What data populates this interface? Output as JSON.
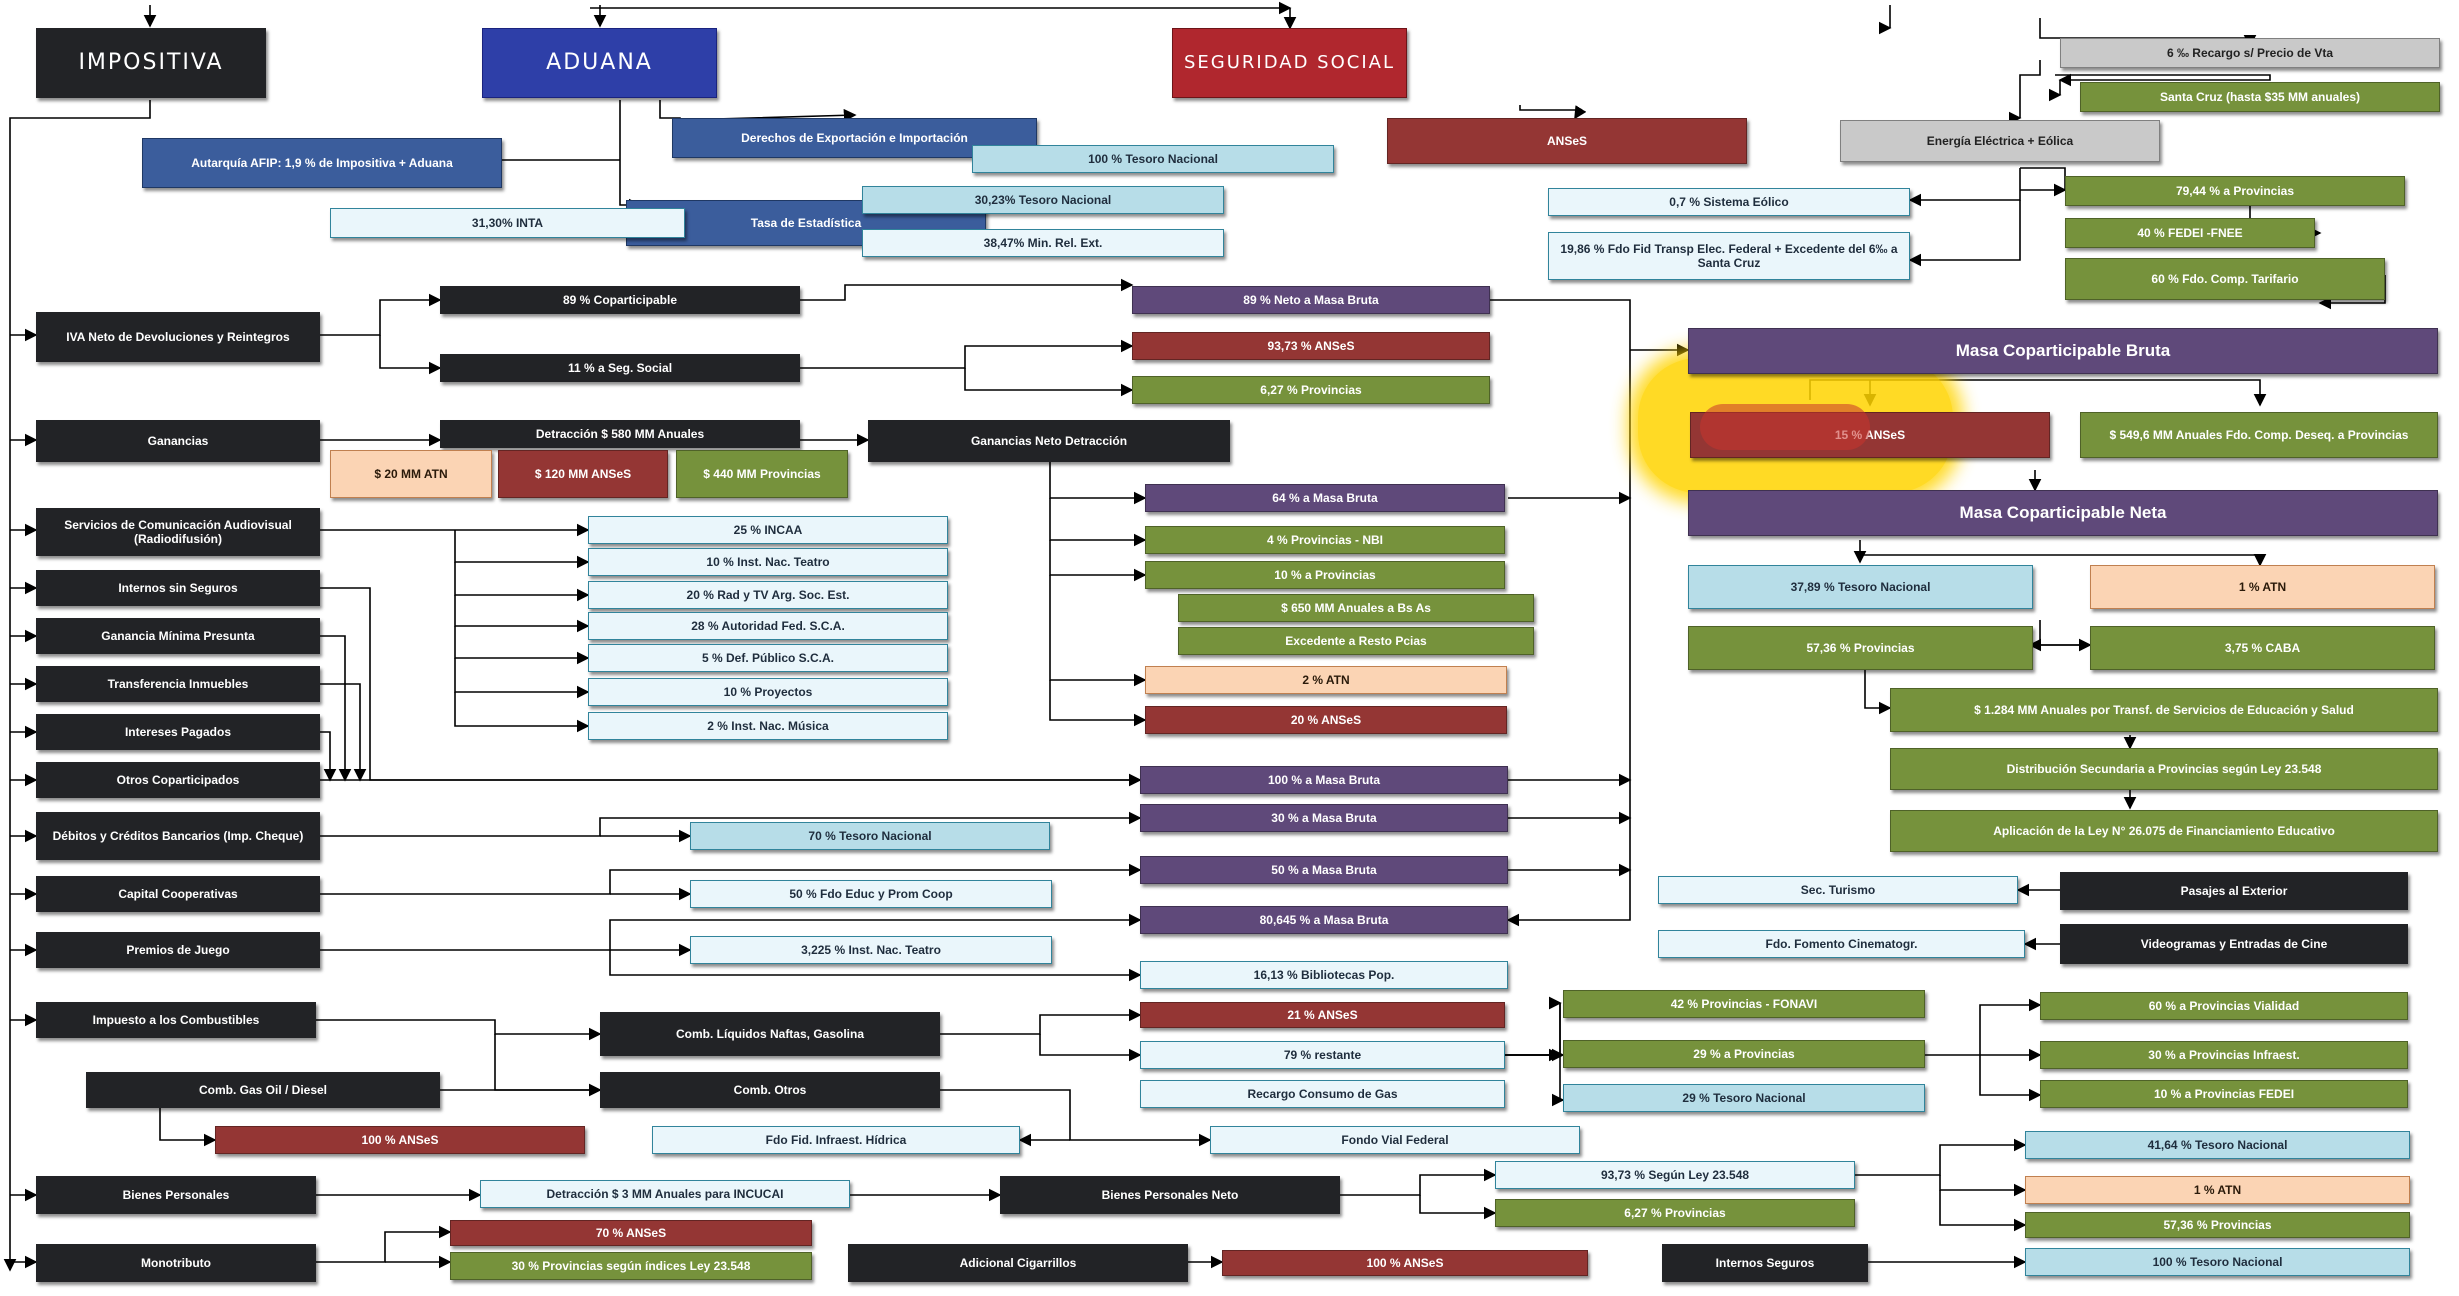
{
  "highlight_color": "#ffd400",
  "boxes": {
    "impositiva": "IMPOSITIVA",
    "aduana": "ADUANA",
    "seguridad_social": "SEGURIDAD SOCIAL",
    "autarquia_afip": "Autarquía AFIP: 1,9 % de Impositiva + Aduana",
    "derechos_export_import": "Derechos de Exportación e Importación",
    "tesoro_100_aduana": "100 % Tesoro Nacional",
    "tasa_estadistica": "Tasa de Estadística",
    "inta_3130": "31,30% INTA",
    "tesoro_3023": "30,23% Tesoro Nacional",
    "min_rel_ext_3847": "38,47% Min. Rel. Ext.",
    "anses_ss": "ANSeS",
    "iva_neto": "IVA Neto de Devoluciones y Reintegros",
    "iva_89_copart": "89 % Coparticipable",
    "iva_11_seg_social": "11 % a Seg. Social",
    "iva_89_masa_bruta": "89 % Neto a Masa Bruta",
    "iva_9373_anses": "93,73 % ANSeS",
    "iva_627_provincias": "6,27 % Provincias",
    "ganancias": "Ganancias",
    "detraccion_580": "Detracción $ 580 MM Anuales",
    "atn_20mm": "$ 20 MM ATN",
    "anses_120mm": "$ 120 MM ANSeS",
    "provincias_440mm": "$ 440 MM Provincias",
    "ganancias_neto_detraccion": "Ganancias Neto  Detracción",
    "gan_64_masa_bruta": "64 % a Masa Bruta",
    "gan_4_nbi": "4 % Provincias - NBI",
    "gan_10_provincias": "10 % a  Provincias",
    "gan_650mm_bsas": "$ 650 MM Anuales a Bs As",
    "gan_excedente": "Excedente a Resto Pcias",
    "gan_2_atn": "2 % ATN",
    "gan_20_anses": "20 % ANSeS",
    "servicios_comunicacion": "Servicios de Comunicación Audiovisual (Radiodifusión)",
    "sca_25_incaa": "25 % INCAA",
    "sca_10_teatro": "10 % Inst. Nac. Teatro",
    "sca_20_rtv": "20 % Rad y TV Arg. Soc. Est.",
    "sca_28_autoridad": "28 % Autoridad Fed. S.C.A.",
    "sca_5_defensor": "5 % Def. Público S.C.A.",
    "sca_10_proyectos": "10 % Proyectos",
    "sca_2_musica": "2 % Inst. Nac. Música",
    "internos_sin_seguros": "Internos sin Seguros",
    "ganancia_minima": "Ganancia Mínima Presunta",
    "transferencia_inmuebles": "Transferencia Inmuebles",
    "intereses_pagados": "Intereses Pagados",
    "otros_copart": "Otros Coparticipados",
    "otros_100_masa": "100 % a Masa Bruta",
    "debitos_creditos": "Débitos y Créditos Bancarios (Imp. Cheque)",
    "deb_30_masa": "30 % a Masa Bruta",
    "deb_70_tesoro": "70 % Tesoro Nacional",
    "capital_cooperativas": "Capital Cooperativas",
    "coop_50_masa": "50 % a Masa Bruta",
    "coop_50_fdo_educ": "50 % Fdo Educ y Prom Coop",
    "premios_juego": "Premios de Juego",
    "premios_80645": "80,645 % a Masa Bruta",
    "premios_3225_teatro": "3,225 % Inst. Nac. Teatro",
    "premios_1613_bibliotecas": "16,13 % Bibliotecas Pop.",
    "impuesto_combustibles": "Impuesto a los Combustibles",
    "comb_liquidos": "Comb. Líquidos Naftas, Gasolina",
    "comb_gas_oil": "Comb. Gas Oil / Diesel",
    "comb_otros": "Comb. Otros",
    "comb_100_anses": "100 % ANSeS",
    "comb_21_anses": "21 % ANSeS",
    "comb_79_restante": "79 %  restante",
    "recargo_gas": "Recargo Consumo de Gas",
    "fdo_fid_hidrica": "Fdo Fid. Infraest. Hídrica",
    "fondo_vial": "Fondo Vial Federal",
    "comb_42_fonavi": "42 % Provincias - FONAVI",
    "comb_29_provincias": "29 % a  Provincias",
    "comb_29_tesoro": "29 % Tesoro Nacional",
    "comb_60_vialidad": "60 % a  Provincias Vialidad",
    "comb_30_infraest": "30 % a  Provincias Infraest.",
    "comb_10_fedei": "10 % a  Provincias FEDEI",
    "bienes_personales": "Bienes Personales",
    "detraccion_incucai": "Detracción $ 3 MM Anuales para INCUCAI",
    "bienes_personales_neto": "Bienes Personales Neto",
    "bp_9373_ley": "93,73 %  Según Ley 23.548",
    "bp_627_provincias": "6,27 % Provincias",
    "bp_4164_tesoro": "41,64  % Tesoro Nacional",
    "bp_1_atn": "1 % ATN",
    "bp_5736_provincias": "57,36 % Provincias",
    "monotributo": "Monotributo",
    "mono_70_anses": "70 % ANSeS",
    "mono_30_provincias": "30 % Provincias según índices Ley 23.548",
    "adicional_cigarrillos": "Adicional Cigarrillos",
    "cig_100_anses": "100 % ANSeS",
    "internos_seguros": "Internos Seguros",
    "seg_100_tesoro": "100 % Tesoro Nacional",
    "recargo_precio_vta": "6 ‰ Recargo s/ Precio de Vta",
    "santa_cruz_35mm": "Santa Cruz (hasta $35 MM anuales)",
    "energia_electrica": "Energía Eléctrica + Eólica",
    "sistema_eolico": "0,7 % Sistema Eólico",
    "fdo_fid_transp": "19,86 % Fdo Fid Transp Elec. Federal + Excedente del 6‰ a Santa Cruz",
    "ee_7944_provincias": "79,44 % a Provincias",
    "ee_40_fedei": "40 % FEDEI  -FNEE",
    "ee_60_comp_tarifario": "60 % Fdo. Comp. Tarifario",
    "masa_bruta": "Masa Coparticipable Bruta",
    "masa_15_anses": "15 % ANSeS",
    "masa_5496mm": "$ 549,6 MM Anuales Fdo. Comp. Deseq. a Provincias",
    "masa_neta": "Masa Coparticipable Neta",
    "neta_3789_tesoro": "37,89 % Tesoro Nacional",
    "neta_1_atn": "1 % ATN",
    "neta_5736_provincias": "57,36 % Provincias",
    "neta_375_caba": "3,75 % CABA",
    "neta_1284mm": "$ 1.284 MM  Anuales por Transf. de Servicios de Educación y Salud",
    "distribucion_secundaria": "Distribución Secundaria a Provincias según Ley 23.548",
    "ley_26075": "Aplicación de la Ley N° 26.075 de Financiamiento Educativo",
    "sec_turismo": "Sec. Turismo",
    "pasajes_exterior": "Pasajes al Exterior",
    "fdo_fomento_cine": "Fdo. Fomento Cinematogr.",
    "videogramas": "Videogramas y Entradas de Cine"
  }
}
